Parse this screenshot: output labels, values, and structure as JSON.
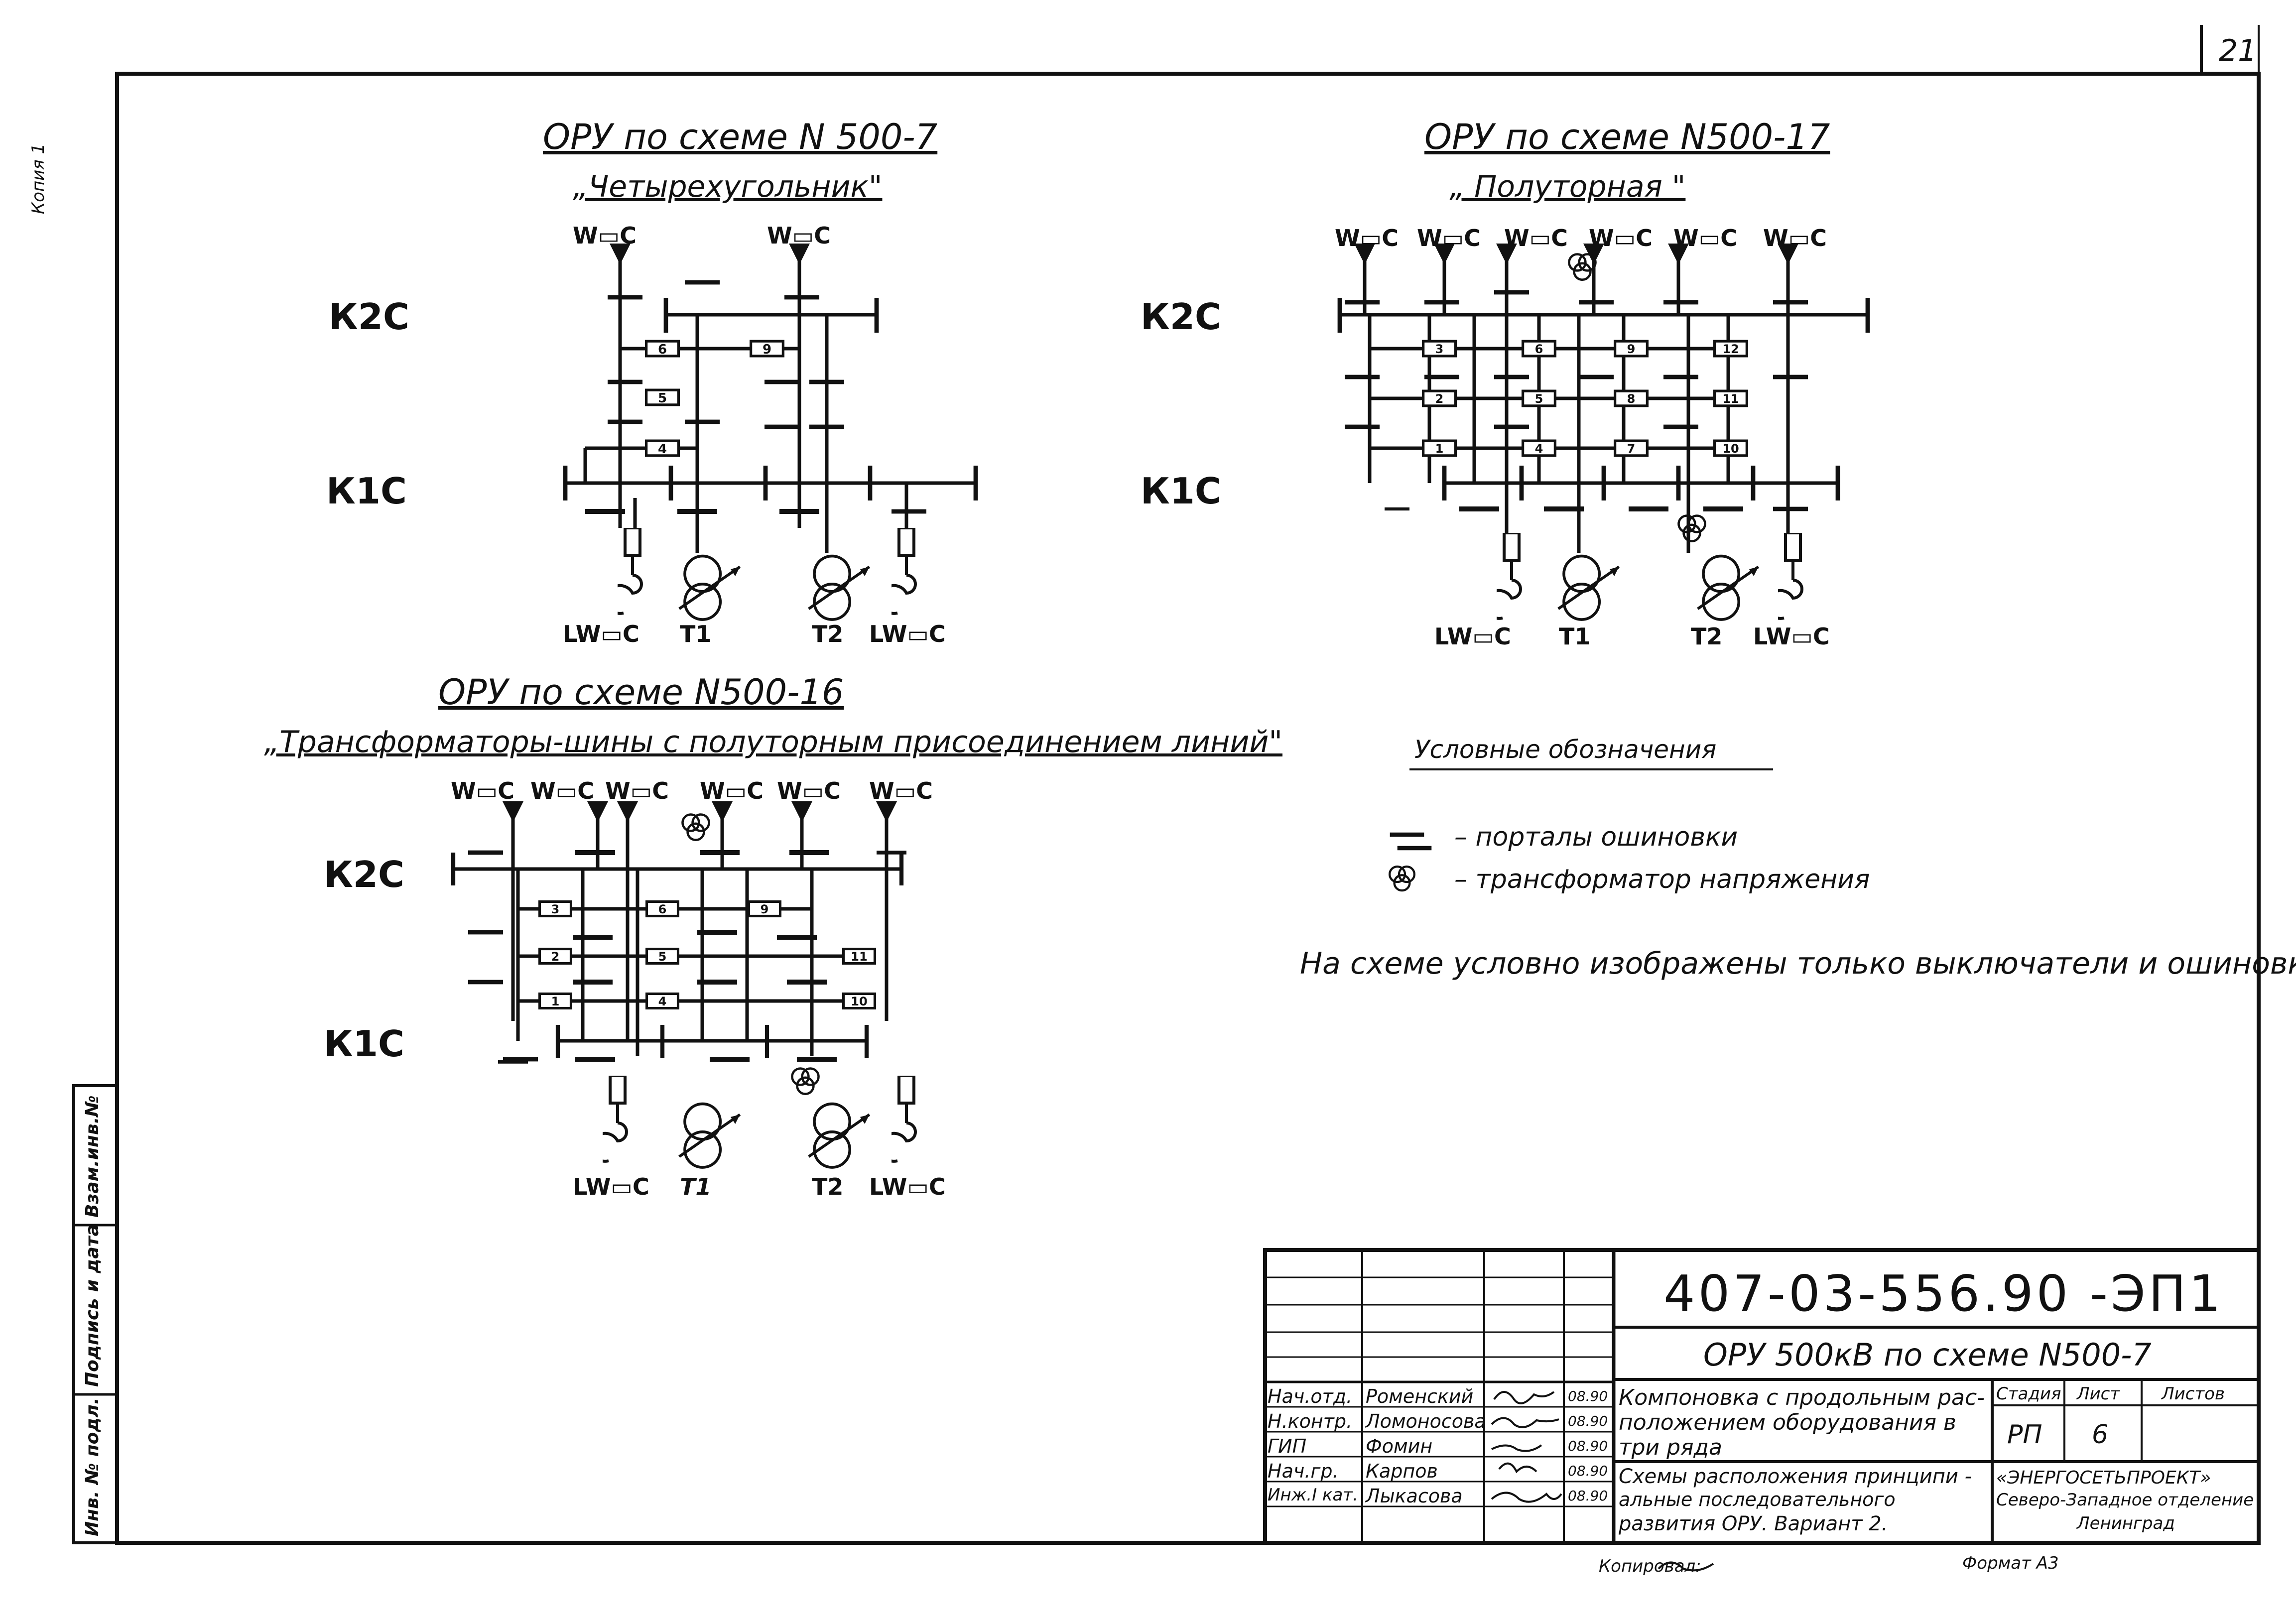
{
  "sheet": {
    "page_number": "21",
    "border_color": "#111111"
  },
  "schemes": {
    "s1": {
      "title": "ОРУ по схеме N 500-7",
      "subtitle": "„Четырехугольник\"",
      "bus_upper": "К2С",
      "bus_lower": "К1С",
      "line_top_1": "W▭C",
      "line_top_2": "W▭C",
      "bottom_1": "LW▭C",
      "bottom_2": "T1",
      "bottom_3": "T2",
      "bottom_4": "LW▭C",
      "breakers": [
        "6",
        "9",
        "5",
        "4"
      ]
    },
    "s2": {
      "title": "ОРУ по схеме N500-17",
      "subtitle": "„ Полуторная \"",
      "bus_upper": "К2С",
      "bus_lower": "К1С",
      "line_top": [
        "W▭C",
        "W▭C",
        "W▭C",
        "W▭C",
        "W▭C",
        "W▭C"
      ],
      "bottom_1": "LW▭C",
      "bottom_2": "T1",
      "bottom_3": "T2",
      "bottom_4": "LW▭C",
      "breakers": [
        "3",
        "6",
        "9",
        "12",
        "2",
        "5",
        "8",
        "11",
        "1",
        "4",
        "7",
        "10"
      ]
    },
    "s3": {
      "title": "ОРУ по схеме N500-16",
      "subtitle": "„Трансформаторы-шины с полуторным присоединением линий\"",
      "bus_upper": "К2С",
      "bus_lower": "К1С",
      "line_top": [
        "W▭C",
        "W▭C",
        "W▭C",
        "W▭C",
        "W▭C",
        "W▭C"
      ],
      "bottom_1": "LW▭C",
      "bottom_2": "T1",
      "bottom_3": "T2",
      "bottom_4": "LW▭C",
      "breakers": [
        "3",
        "6",
        "9",
        "2",
        "5",
        "11",
        "1",
        "4",
        "10"
      ]
    }
  },
  "legend": {
    "title": "Условные обозначения",
    "item_portal": "– порталы ошиновки",
    "item_vt": "– трансформатор напряжения",
    "note": "На схеме условно изображены только выключатели и ошиновка"
  },
  "side_stamp": {
    "col1": "Инв. № подл.",
    "col2": "Подпись и дата",
    "col3": "Взам.инв.№",
    "top_mark": "Копия 1"
  },
  "title_block": {
    "doc_code": "407-03-556.90 -ЭП1",
    "object_title": "ОРУ 500кВ по схеме N500-7",
    "desc1": "Компоновка с продольным рас-",
    "desc2": "положением оборудования в",
    "desc3": "три ряда",
    "desc4": "Схемы расположения принципи -",
    "desc5": "альные последовательного",
    "desc6": "развития ОРУ. Вариант 2.",
    "hdr_stage": "Стадия",
    "hdr_sheet": "Лист",
    "hdr_sheets": "Листов",
    "stage": "РП",
    "sheet_no": "6",
    "org1": "«ЭНЕРГОСЕТЬПРОЕКТ»",
    "org2": "Северо-Западное отделение",
    "org3": "Ленинград",
    "rows": [
      {
        "role": "Нач.отд.",
        "name": "Роменский",
        "date": "08.90"
      },
      {
        "role": "Н.контр.",
        "name": "Ломоносова",
        "date": "08.90"
      },
      {
        "role": "ГИП",
        "name": "Фомин",
        "date": "08.90"
      },
      {
        "role": "Нач.гр.",
        "name": "Карпов",
        "date": "08.90"
      },
      {
        "role": "Инж.I кат.",
        "name": "Лыкасова",
        "date": "08.90"
      }
    ],
    "copied": "Копировал:",
    "format": "Формат А3"
  }
}
